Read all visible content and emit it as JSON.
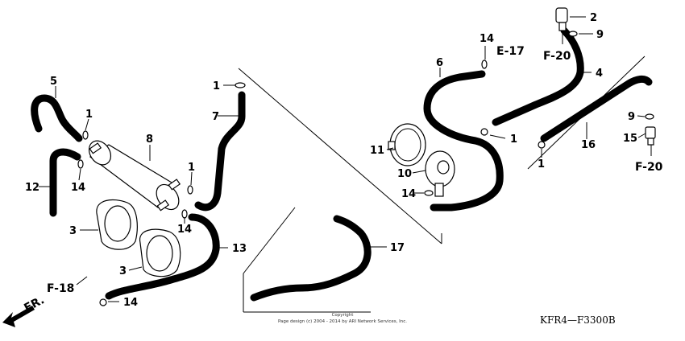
{
  "diagram": {
    "callouts": [
      {
        "id": "c-1a",
        "text": "1"
      },
      {
        "id": "c-1b",
        "text": "1"
      },
      {
        "id": "c-1c",
        "text": "1"
      },
      {
        "id": "c-1d",
        "text": "1"
      },
      {
        "id": "c-1e",
        "text": "1"
      },
      {
        "id": "c-2",
        "text": "2"
      },
      {
        "id": "c-3a",
        "text": "3"
      },
      {
        "id": "c-3b",
        "text": "3"
      },
      {
        "id": "c-4",
        "text": "4"
      },
      {
        "id": "c-5",
        "text": "5"
      },
      {
        "id": "c-6",
        "text": "6"
      },
      {
        "id": "c-7",
        "text": "7"
      },
      {
        "id": "c-8",
        "text": "8"
      },
      {
        "id": "c-9a",
        "text": "9"
      },
      {
        "id": "c-9b",
        "text": "9"
      },
      {
        "id": "c-10",
        "text": "10"
      },
      {
        "id": "c-11",
        "text": "11"
      },
      {
        "id": "c-12",
        "text": "12"
      },
      {
        "id": "c-13",
        "text": "13"
      },
      {
        "id": "c-14a",
        "text": "14"
      },
      {
        "id": "c-14b",
        "text": "14"
      },
      {
        "id": "c-14c",
        "text": "14"
      },
      {
        "id": "c-14d",
        "text": "14"
      },
      {
        "id": "c-14e",
        "text": "14"
      },
      {
        "id": "c-15",
        "text": "15"
      },
      {
        "id": "c-16",
        "text": "16"
      },
      {
        "id": "c-17",
        "text": "17"
      }
    ],
    "references": {
      "e17": "E-17",
      "f20a": "F-20",
      "f20b": "F-20",
      "f18": "F-18",
      "fr": "FR."
    },
    "diagram_code": "KFR4—F3300B",
    "copyright": {
      "line1": "Copyright",
      "line2": "Page design (c) 2004 - 2014 by ARI Network Services, Inc."
    }
  }
}
